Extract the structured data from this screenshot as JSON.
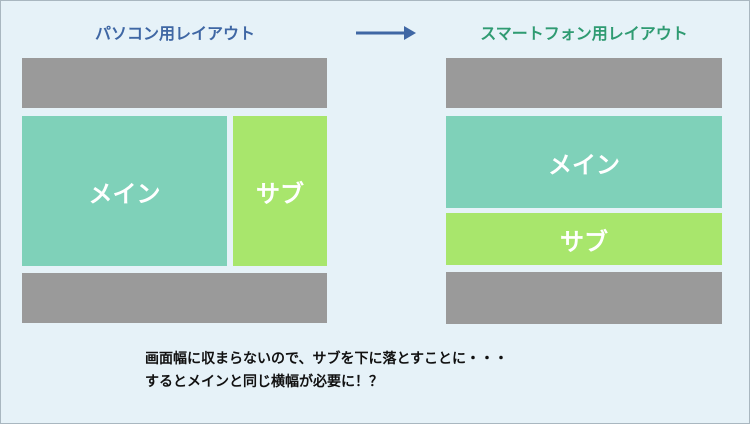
{
  "pc_layout": {
    "title": "パソコン用レイアウト",
    "main_label": "メイン",
    "sub_label": "サブ"
  },
  "sp_layout": {
    "title": "スマートフォン用レイアウト",
    "main_label": "メイン",
    "sub_label": "サブ"
  },
  "caption": {
    "line1": "画面幅に収まらないので、サブを下に落とすことに・・・",
    "line2": "するとメインと同じ横幅が必要に！？"
  },
  "colors": {
    "background": "#e6f2f8",
    "pc_title": "#3f67a4",
    "sp_title": "#2f9b72",
    "arrow": "#3f67a4",
    "header_footer": "#9a9a9a",
    "main": "#7fd1b9",
    "sub": "#a8e66c"
  }
}
